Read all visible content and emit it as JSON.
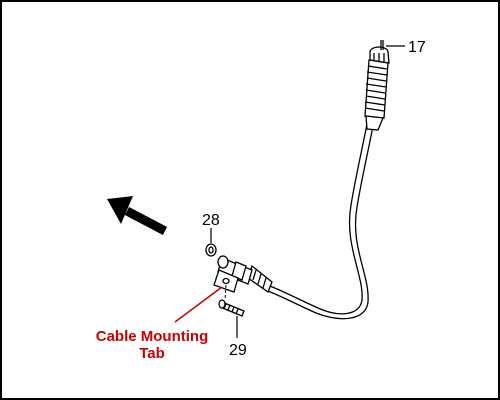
{
  "diagram": {
    "parts": [
      {
        "number": "17",
        "name": "speedometer-cable"
      },
      {
        "number": "28",
        "name": "washer"
      },
      {
        "number": "29",
        "name": "screw"
      }
    ],
    "callout": {
      "line1": "Cable Mounting",
      "line2": "Tab",
      "color": "#cc0000"
    },
    "direction_arrow": {
      "icon": "direction-arrow-icon",
      "points": "upper-left"
    },
    "line_color": "#000000",
    "background": "#ffffff"
  }
}
